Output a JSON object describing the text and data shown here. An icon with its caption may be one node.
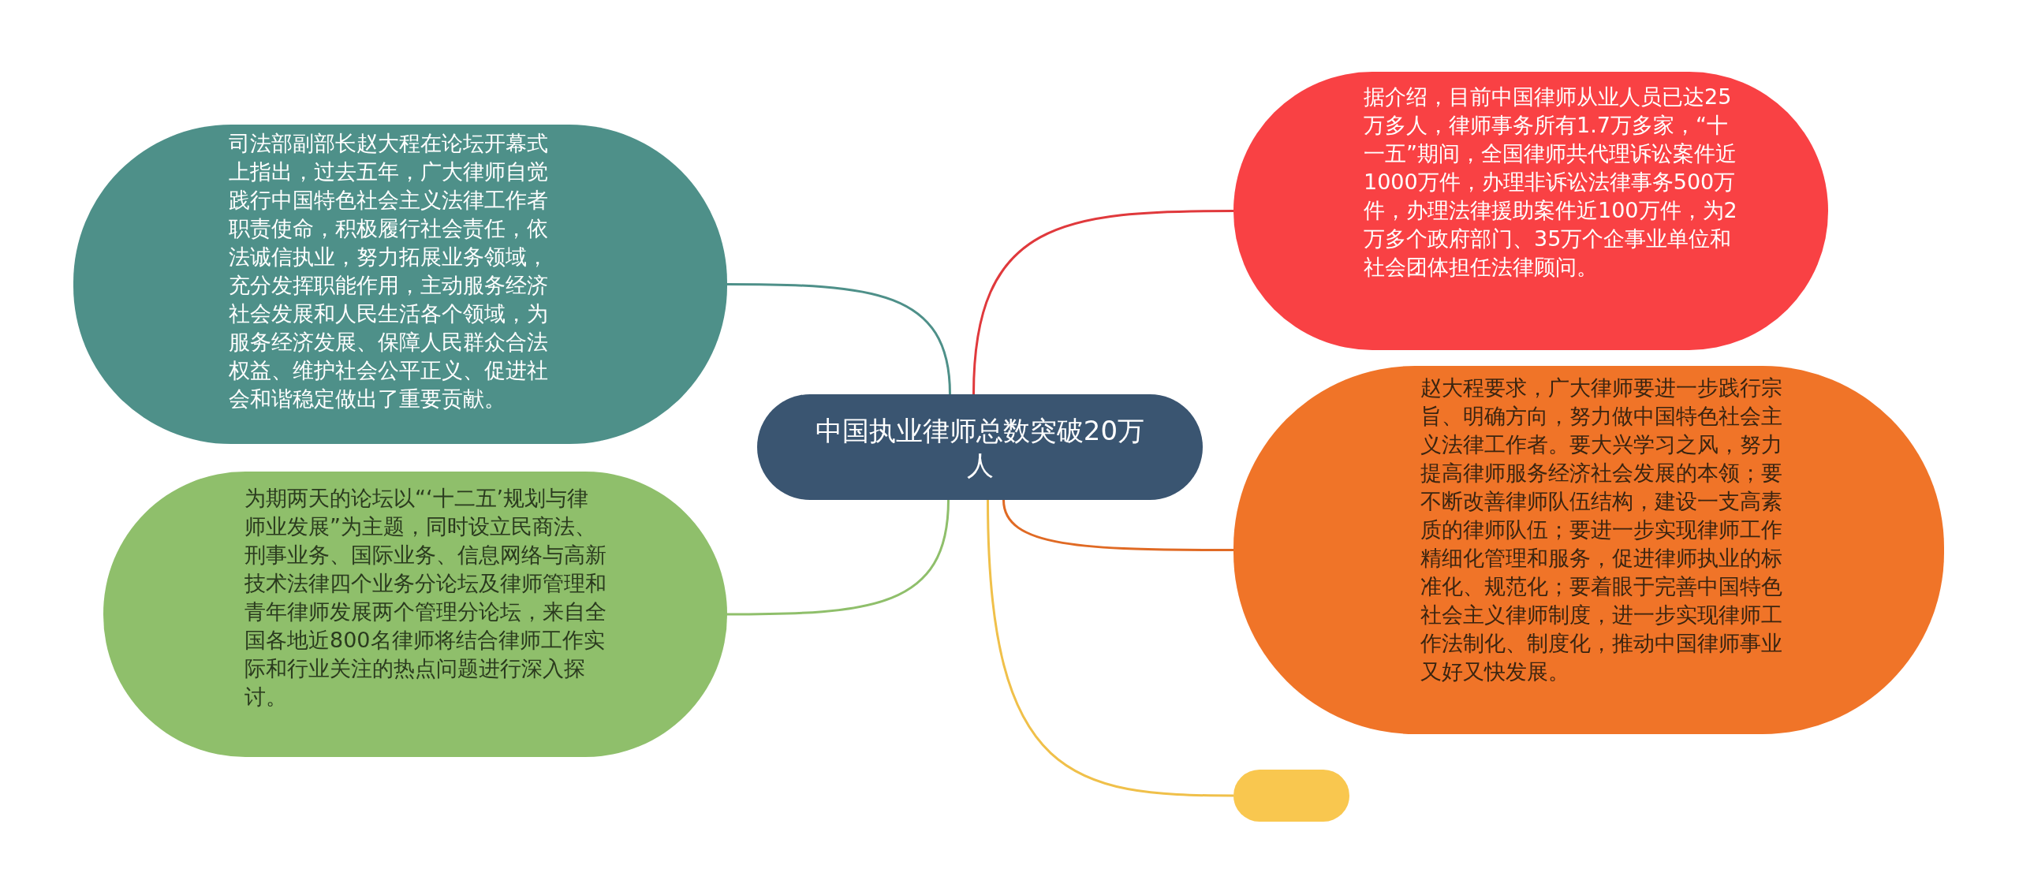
{
  "diagram": {
    "nodes": [
      {
        "text": [
          "中国执业律师总数突破20万人"
        ]
      },
      {
        "text": [
          "司法部副部长赵大程在论坛开幕式上指出，过去五年，广大律师自觉践行中国特色社会主义法律工作者职责使命，积极履行社会责任，依法诚信执业，努力拓展业务领域，充分发挥职能作用，主动服务经济社会发展和人民生活各个领域，为服务经济发展、保障人民群众合法权益、维护社会公平正义、促进社会和谐稳定做出了重要贡献。"
        ]
      },
      {
        "text": [
          "为期两天的论坛以“‘十二五’规划与律师业发展”为主题，同时设立民商法、刑事业务、国际业务、信息网络与高新技术法律四个业务分论坛及律师管理和青年律师发展两个管理分论坛，来自全国各地近800名律师将结合律师工作实际和行业关注的热点问题进行深入探讨。"
        ]
      },
      {
        "text": [
          "据介绍，目前中国律师从业人员已达25万多人，律师事务所有1.7万多家，“十一五”期间，全国律师共代理诉讼案件近1000万件，办理非诉讼法律事务500万件，办理法律援助案件近100万件，为2万多个政府部门、35万个企事业单位和社会团体担任法律顾问。"
        ]
      },
      {
        "text": [
          "赵大程要求，广大律师要进一步践行宗旨、明确方向，努力做中国特色社会主义法律工作者。要大兴学习之风，努力提高律师服务经济社会发展的本领；要不断改善律师队伍结构，建设一支高素质的律师队伍；要进一步实现律师工作精细化管理和服务，促进律师执业的标准化、规范化；要着眼于完善中国特色社会主义律师制度，进一步实现律师工作法制化、制度化，推动中国律师事业又好又快发展。"
        ]
      },
      {
        "text": [],
        "shape": "box"
      }
    ],
    "edges": [
      {
        "from": 0,
        "to": 1,
        "arrow": "none",
        "color": "#4e9089"
      },
      {
        "from": 0,
        "to": 2,
        "arrow": "none",
        "color": "#8fbf6b"
      },
      {
        "from": 0,
        "to": 3,
        "arrow": "none",
        "color": "#e0393c"
      },
      {
        "from": 0,
        "to": 4,
        "arrow": "none",
        "color": "#e06a24"
      },
      {
        "from": 0,
        "to": 5,
        "arrow": "none",
        "color": "#f0c04a"
      }
    ]
  }
}
